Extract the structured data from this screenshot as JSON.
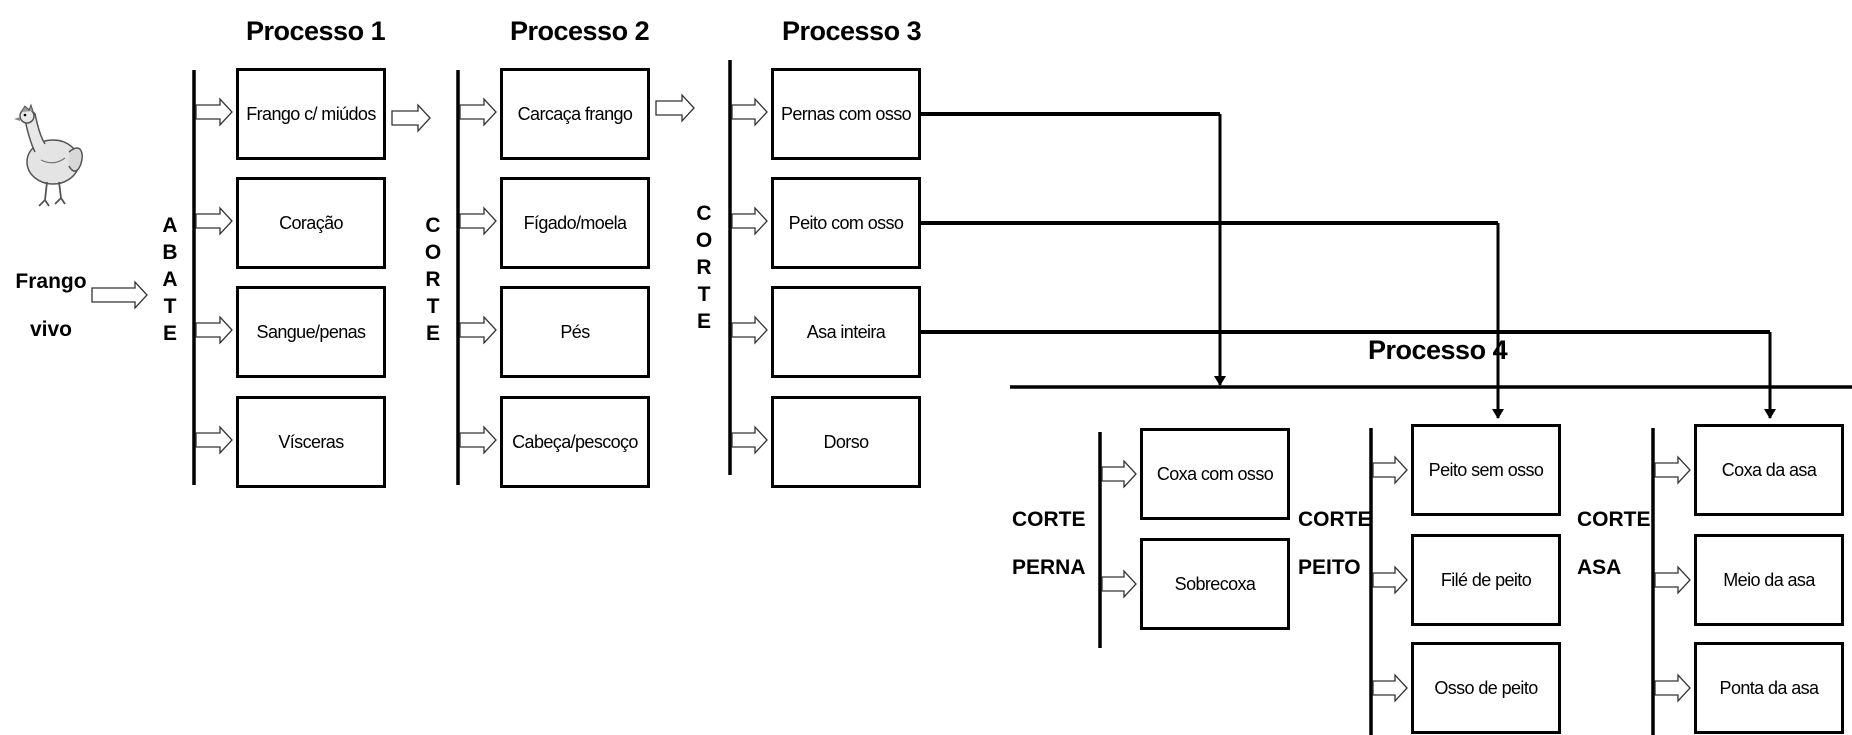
{
  "input": {
    "line1": "Frango",
    "line2": "vivo",
    "image": "chicken-illustration"
  },
  "processes": [
    {
      "title": "Processo 1",
      "operation": [
        "A",
        "B",
        "A",
        "T",
        "E"
      ],
      "outputs": [
        "Frango c/ miúdos",
        "Coração",
        "Sangue/penas",
        "Vísceras"
      ]
    },
    {
      "title": "Processo 2",
      "operation": [
        "C",
        "O",
        "R",
        "T",
        "E"
      ],
      "outputs": [
        "Carcaça frango",
        "Fígado/moela",
        "Pés",
        "Cabeça/pescoço"
      ]
    },
    {
      "title": "Processo 3",
      "operation": [
        "C",
        "O",
        "R",
        "T",
        "E"
      ],
      "outputs": [
        "Pernas com osso",
        "Peito com osso",
        "Asa inteira",
        "Dorso"
      ]
    }
  ],
  "process4": {
    "title": "Processo 4",
    "groups": [
      {
        "label_line1": "CORTE",
        "label_line2": "PERNA",
        "outputs": [
          "Coxa com osso",
          "Sobrecoxa"
        ]
      },
      {
        "label_line1": "CORTE",
        "label_line2": "PEITO",
        "outputs": [
          "Peito sem osso",
          "Filé de peito",
          "Osso de peito"
        ]
      },
      {
        "label_line1": "CORTE",
        "label_line2": "ASA",
        "outputs": [
          "Coxa da asa",
          "Meio da asa",
          "Ponta da asa"
        ]
      }
    ]
  }
}
